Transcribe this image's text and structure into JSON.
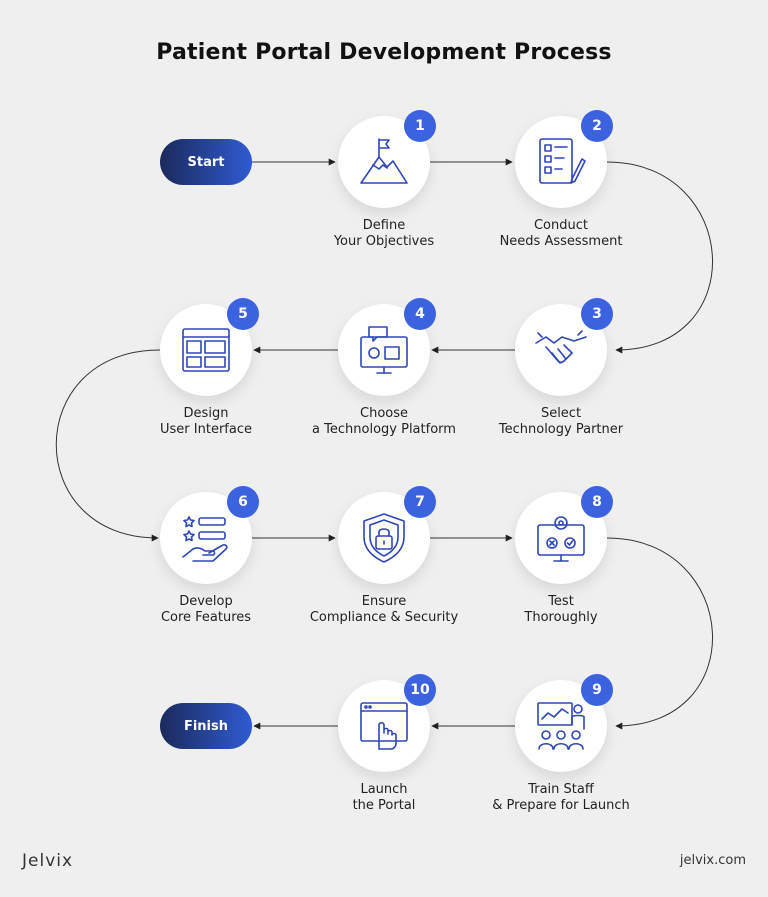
{
  "title": "Patient Portal Development Process",
  "start_label": "Start",
  "finish_label": "Finish",
  "steps": [
    {
      "number": "1",
      "line1": "Define",
      "line2": "Your Objectives"
    },
    {
      "number": "2",
      "line1": "Conduct",
      "line2": "Needs Assessment"
    },
    {
      "number": "3",
      "line1": "Select",
      "line2": "Technology Partner"
    },
    {
      "number": "4",
      "line1": "Choose",
      "line2": "a Technology Platform"
    },
    {
      "number": "5",
      "line1": "Design",
      "line2": "User Interface"
    },
    {
      "number": "6",
      "line1": "Develop",
      "line2": "Core Features"
    },
    {
      "number": "7",
      "line1": "Ensure",
      "line2": "Compliance & Security"
    },
    {
      "number": "8",
      "line1": "Test",
      "line2": "Thoroughly"
    },
    {
      "number": "9",
      "line1": "Train Staff",
      "line2": "& Prepare for Launch"
    },
    {
      "number": "10",
      "line1": "Launch",
      "line2": "the Portal"
    }
  ],
  "icons": [
    "mountain-flag-icon",
    "checklist-icon",
    "handshake-icon",
    "monitor-chat-icon",
    "ui-layout-icon",
    "hand-stars-icon",
    "shield-lock-icon",
    "monitor-gear-icon",
    "presentation-audience-icon",
    "browser-pointer-icon"
  ],
  "colors": {
    "accent": "#3b63e0",
    "pill_start": "#1b2a5c",
    "pill_end": "#2f5bd3",
    "icon": "#2d47b8"
  },
  "footer": {
    "brand": "Jelvix",
    "site": "jelvix.com"
  }
}
